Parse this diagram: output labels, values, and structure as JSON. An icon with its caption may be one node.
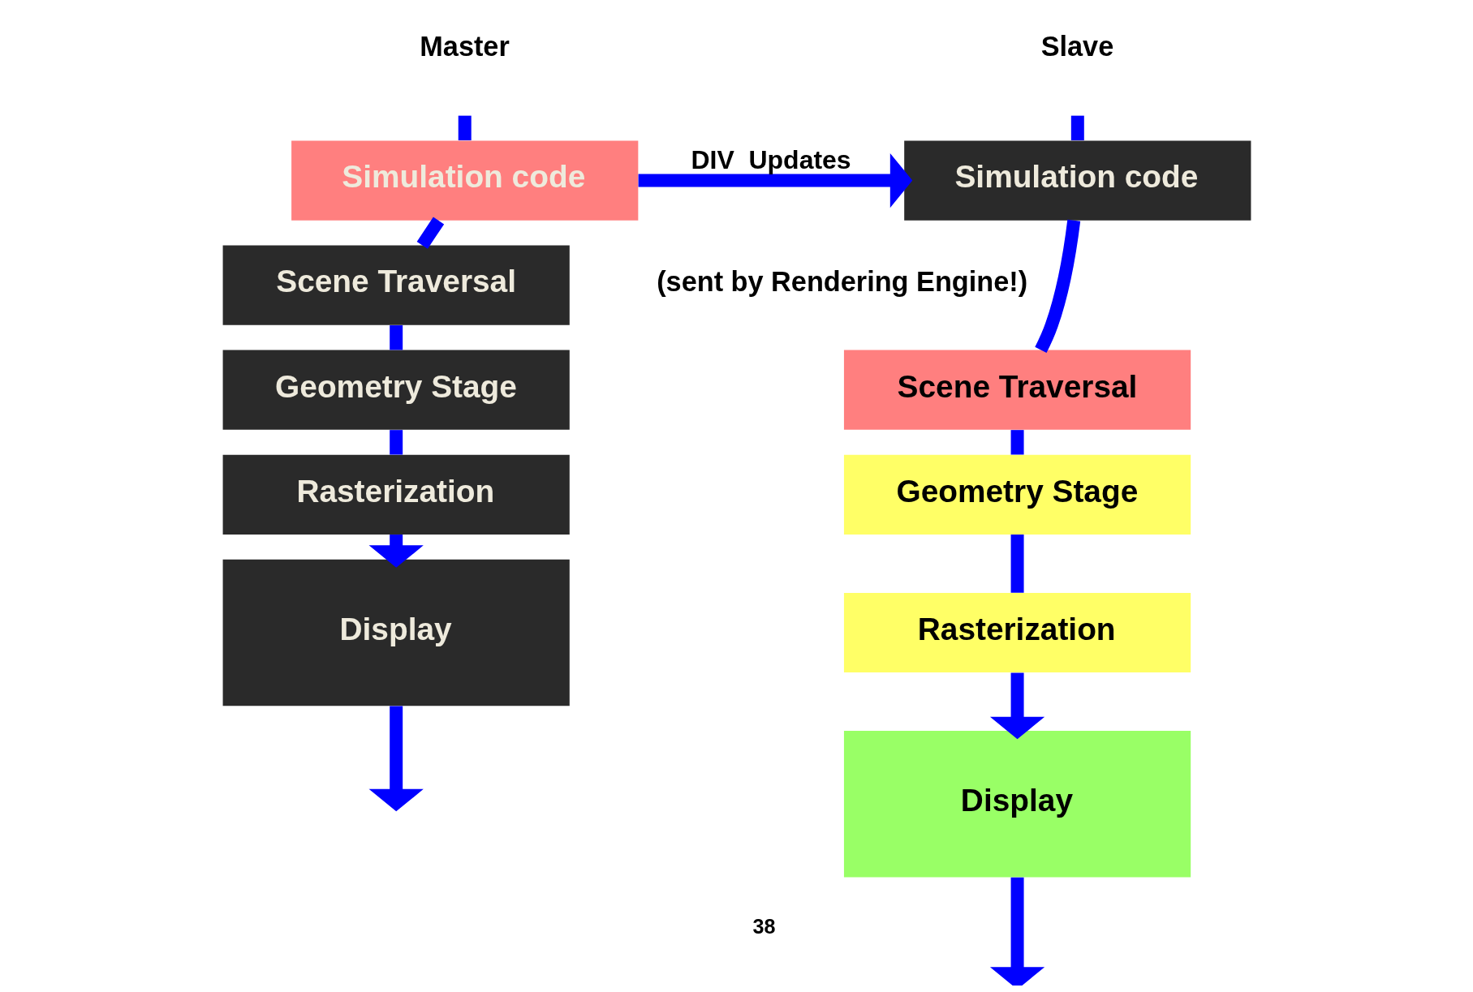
{
  "diagram": {
    "nodes": [
      {
        "text": [
          "Simulation code"
        ]
      },
      {
        "text": [
          "Scene Traversal"
        ]
      },
      {
        "text": [
          "Geometry Stage"
        ]
      },
      {
        "text": [
          "Rasterization"
        ]
      },
      {
        "text": [
          "Display"
        ]
      },
      {
        "text": [
          "Simulation code"
        ]
      },
      {
        "text": [
          "Scene Traversal"
        ]
      },
      {
        "text": [
          "Geometry Stage"
        ]
      },
      {
        "text": [
          "Rasterization"
        ]
      },
      {
        "text": [
          "Display"
        ]
      }
    ],
    "edges": [
      {
        "from": null,
        "to": 0,
        "arrow": "none"
      },
      {
        "from": 0,
        "to": 1,
        "arrow": "none"
      },
      {
        "from": 1,
        "to": 2,
        "arrow": "none"
      },
      {
        "from": 2,
        "to": 3,
        "arrow": "none"
      },
      {
        "from": 3,
        "to": 4,
        "arrow": "to"
      },
      {
        "from": 4,
        "to": null,
        "arrow": "to"
      },
      {
        "from": null,
        "to": 5,
        "arrow": "none"
      },
      {
        "from": 5,
        "to": 6,
        "arrow": "none"
      },
      {
        "from": 6,
        "to": 7,
        "arrow": "none"
      },
      {
        "from": 7,
        "to": 8,
        "arrow": "none"
      },
      {
        "from": 8,
        "to": 9,
        "arrow": "to"
      },
      {
        "from": 9,
        "to": null,
        "arrow": "to"
      },
      {
        "from": 0,
        "to": 5,
        "label": "DIV  Updates",
        "arrow": "to"
      }
    ],
    "labels": [
      "Master",
      "Slave",
      "(sent by Rendering Engine!)",
      "38"
    ]
  }
}
